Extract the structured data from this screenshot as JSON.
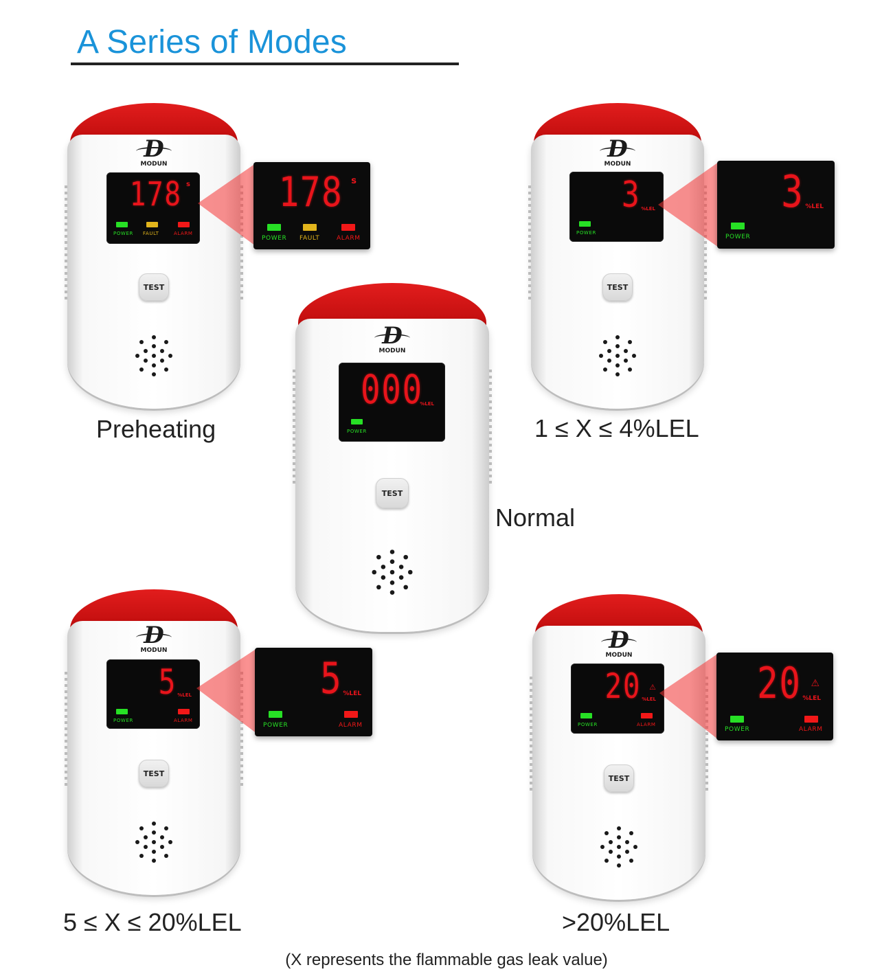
{
  "page": {
    "title": "A Series of Modes",
    "footnote": "(X represents the flammable gas leak value)",
    "colors": {
      "title": "#1a93d9",
      "digit_red": "#e8141b",
      "led_green": "#27e025",
      "led_yellow": "#e2b51c",
      "led_red": "#f21818",
      "cap_red": "#c61010"
    }
  },
  "labels": {
    "brand": "MODUN",
    "logo_letter": "D",
    "test_button": "TEST",
    "power": "POWER",
    "fault": "FAULT",
    "alarm": "ALARM",
    "unit_lel": "%LEL",
    "unit_seconds": "s",
    "warning_symbol": "⚠"
  },
  "modes": {
    "preheating": {
      "caption": "Preheating",
      "display": "178",
      "leds": [
        "power",
        "fault",
        "alarm"
      ]
    },
    "normal": {
      "caption": "Normal",
      "display": "000",
      "leds": [
        "power"
      ]
    },
    "low": {
      "caption": "1 ≤ X ≤ 4%LEL",
      "display": "3",
      "leds": [
        "power"
      ]
    },
    "mid": {
      "caption": "5 ≤ X ≤ 20%LEL",
      "display": "5",
      "leds": [
        "power",
        "alarm"
      ]
    },
    "high": {
      "caption": ">20%LEL",
      "display": "20",
      "leds": [
        "power",
        "alarm"
      ],
      "warning_icon": "warning-triangle-icon"
    }
  }
}
